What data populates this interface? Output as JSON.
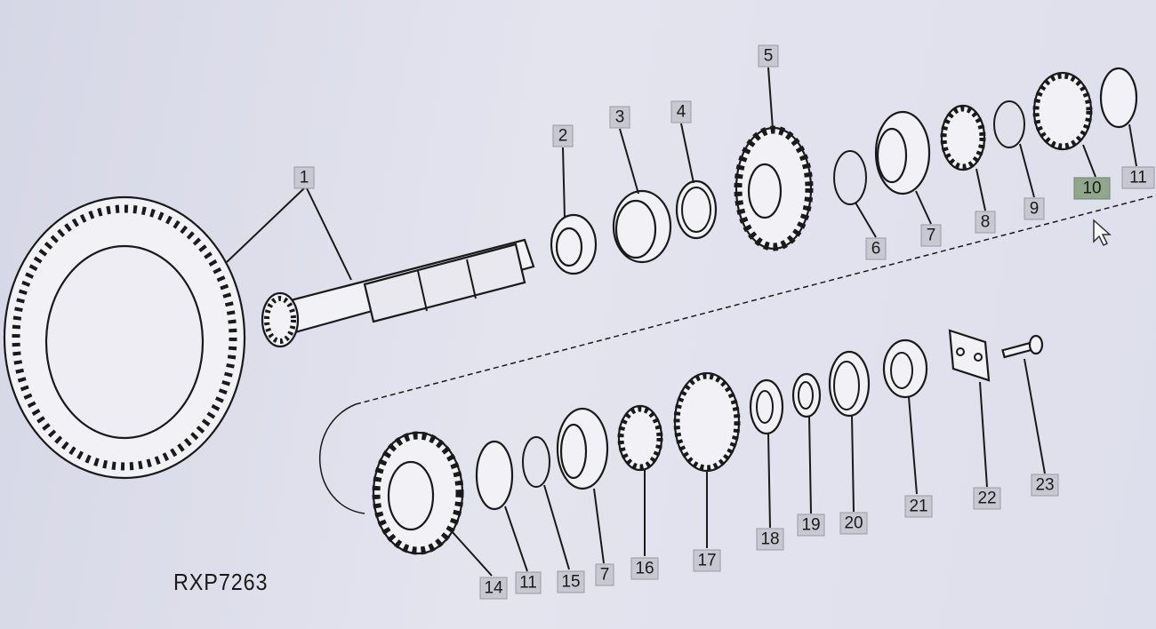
{
  "diagram": {
    "figure_code": "RXP7263",
    "upper_row_callouts": [
      "1",
      "2",
      "3",
      "4",
      "5",
      "6",
      "7",
      "8",
      "9",
      "10",
      "11"
    ],
    "lower_row_callouts": [
      "14",
      "11",
      "15",
      "7",
      "16",
      "17",
      "18",
      "19",
      "20",
      "21",
      "22",
      "23"
    ],
    "highlighted_callout": "10",
    "highlight_color": "#8fa88c",
    "cursor": "arrow-pointer"
  }
}
